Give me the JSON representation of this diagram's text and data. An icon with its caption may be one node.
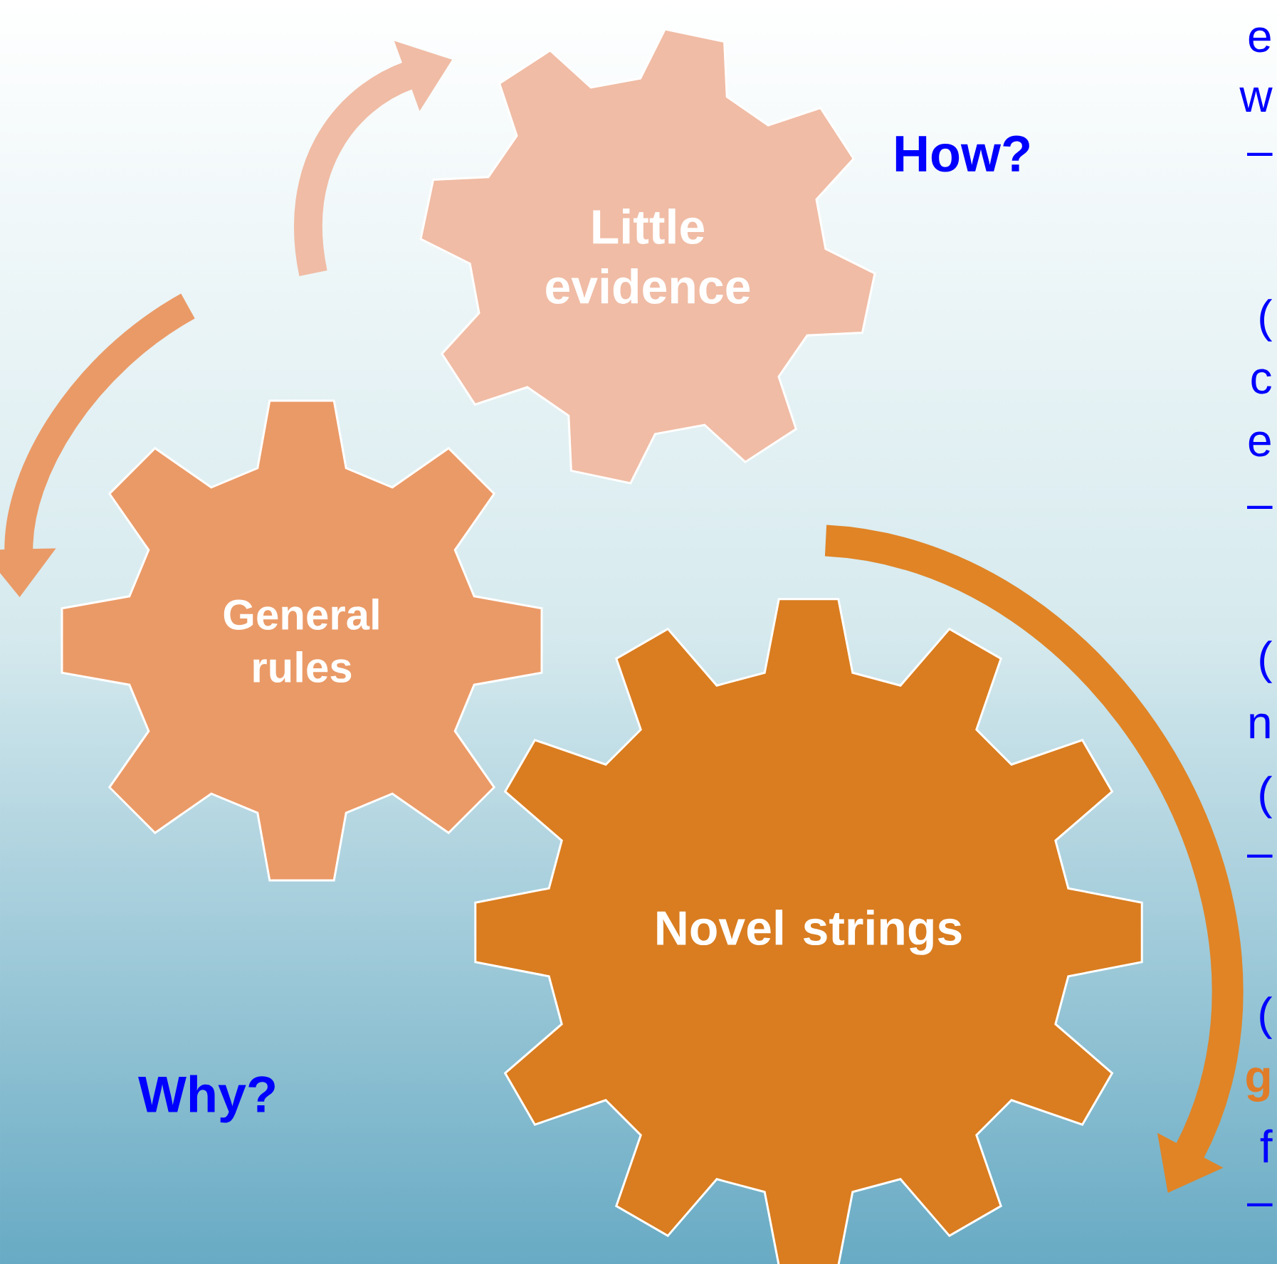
{
  "diagram": {
    "nodes": [
      {
        "text": [
          "Little evidence"
        ]
      },
      {
        "text": [
          "General rules"
        ]
      },
      {
        "text": [
          "Novel strings"
        ]
      }
    ],
    "edges": [
      {
        "from": null,
        "to": 0,
        "arrow": "to",
        "color": "#f0bca5"
      },
      {
        "from": null,
        "to": 1,
        "arrow": "to",
        "color": "#ea9a67"
      },
      {
        "from": 2,
        "to": 2,
        "arrow": "to",
        "color": "#e08426"
      }
    ],
    "labels": [
      "How?",
      "e",
      "w",
      "–",
      "(",
      "c",
      "e",
      "–",
      "(",
      "n",
      "(",
      "–",
      "(",
      "g",
      "f",
      "–",
      "Why?"
    ]
  }
}
